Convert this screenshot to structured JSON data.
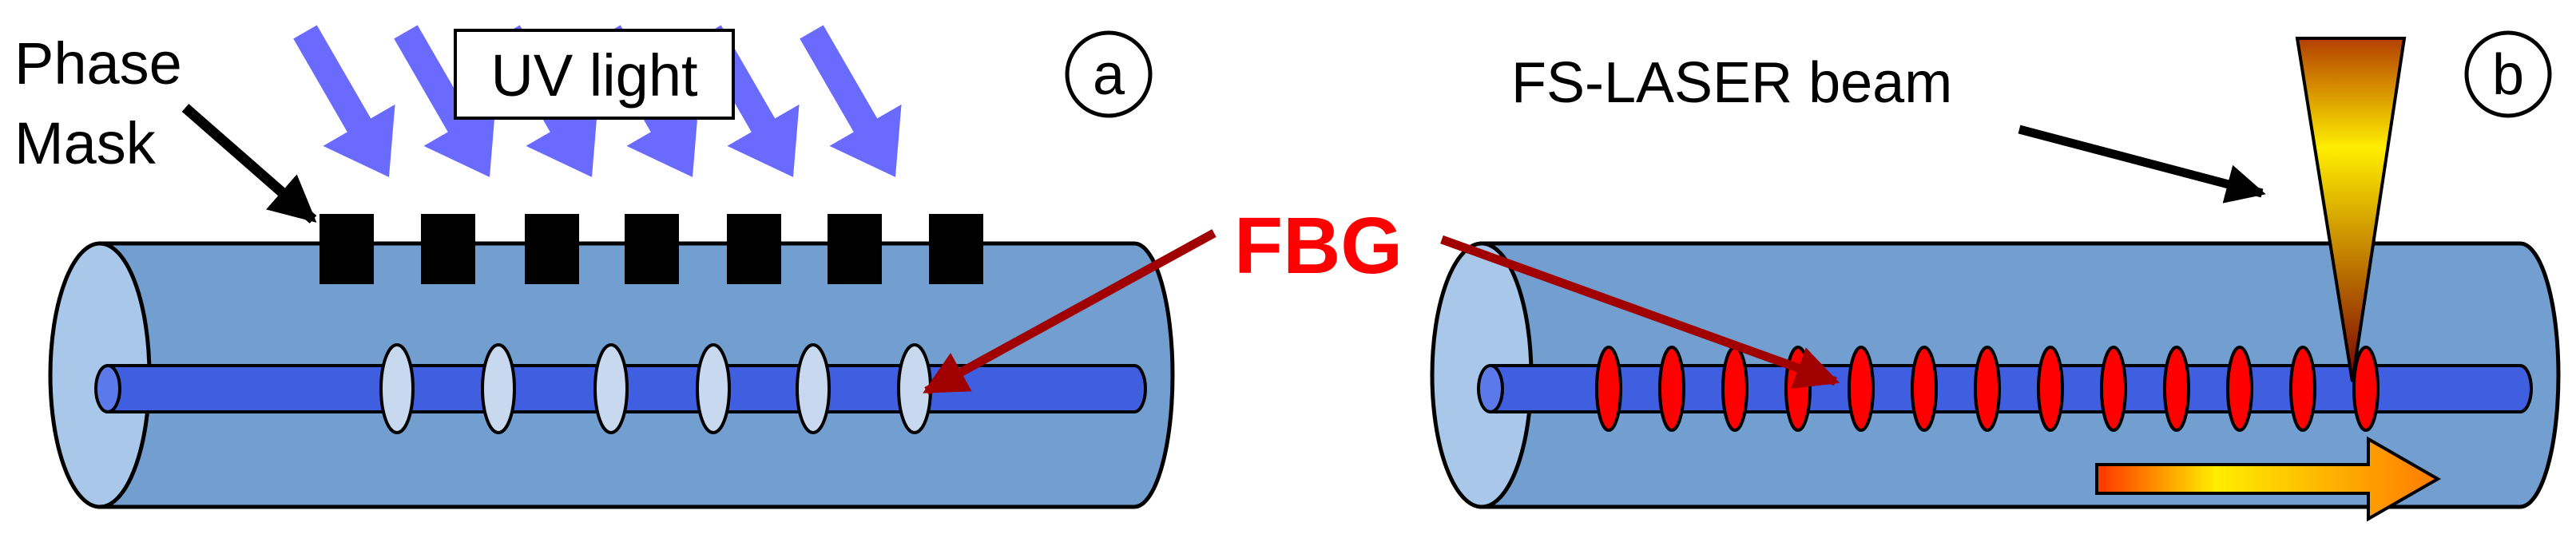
{
  "panel_a": {
    "badge": "a",
    "phase_mask_label_line1": "Phase",
    "phase_mask_label_line2": "Mask",
    "uv_light_label": "UV light"
  },
  "panel_b": {
    "badge": "b",
    "laser_label": "FS-LASER beam"
  },
  "shared": {
    "grating_label": "FBG"
  },
  "colors": {
    "fiber_cladding": "#729fcf",
    "fiber_cladding_end": "#a9c7e8",
    "fiber_core": "#3f5fe0",
    "uv_arrow": "#6a6aff",
    "grating_label": "#ff0000",
    "pointer_arrow": "#a00000",
    "fs_grating": "#ff0000",
    "uv_grating": "#c8d8ee"
  },
  "icons": {
    "uv_arrows": "uv-light-arrow-icon",
    "laser_cone": "laser-beam-cone-icon",
    "motion_arrow": "translation-direction-arrow-icon"
  }
}
